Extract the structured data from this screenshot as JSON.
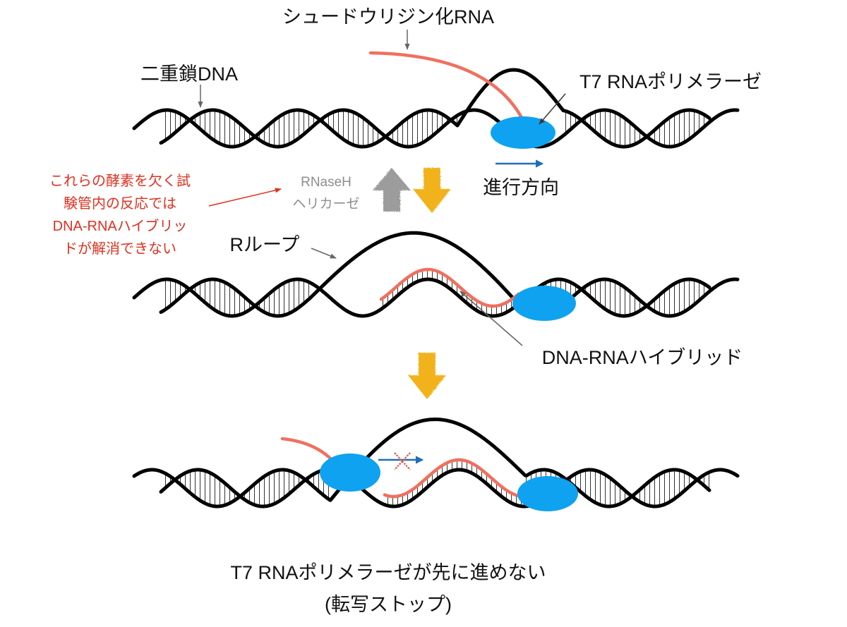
{
  "labels": {
    "pseudouridine_rna": "シュードウリジン化RNA",
    "dsdna": "二重鎖DNA",
    "t7_polymerase": "T7 RNAポリメラーゼ",
    "direction": "進行方向",
    "note_lines": [
      "これらの酵素を欠く試",
      "験管内の反応では",
      "DNA-RNAハイブリッ",
      "ドが解消できない"
    ],
    "enzymes": [
      "RNaseH",
      "ヘリカーゼ"
    ],
    "r_loop": "Rループ",
    "hybrid": "DNA-RNAハイブリッド",
    "conclusion": "T7 RNAポリメラーゼが先に進めない",
    "conclusion_sub": "(転写ストップ)"
  },
  "colors": {
    "dna": "#000000",
    "rna": "#F0705E",
    "polymerase": "#0FA2F0",
    "progress_arrow": "#1F6FB5",
    "note": "#E0301E",
    "enzyme_label": "#8E8E8E",
    "leader_line": "#666666",
    "gray_arrow": "#9C9C9C",
    "yellow_arrow": "#F2B21A",
    "block_mark": "#E4553F"
  }
}
